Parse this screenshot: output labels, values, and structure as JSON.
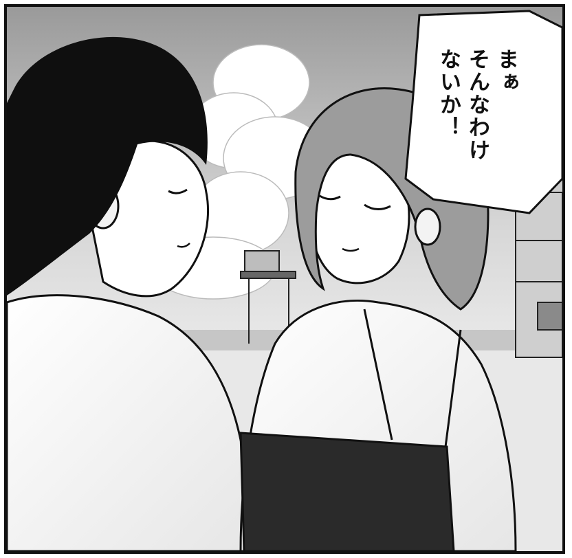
{
  "speech_bubble": {
    "lines": [
      "まぁ",
      "そんなわけ",
      "ないか！"
    ]
  },
  "colors": {
    "ink": "#111111",
    "paper": "#ffffff",
    "tone_light": "#d9d9d9",
    "tone_mid": "#a8a8a8",
    "swimsuit": "#2a2a2a"
  }
}
